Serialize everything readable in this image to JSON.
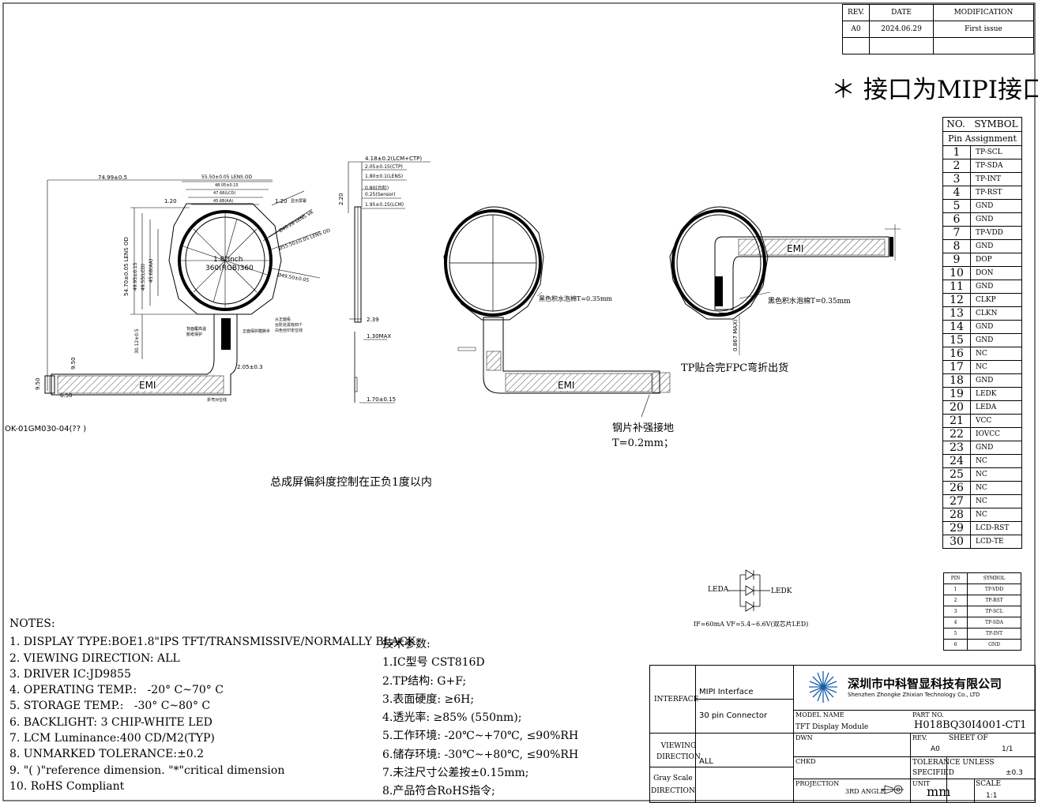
{
  "revision_table": {
    "headers": [
      "REV.",
      "DATE",
      "MODIFICATION"
    ],
    "rows": [
      [
        "A0",
        "2024.06.29",
        "First issue"
      ],
      [
        "",
        "",
        ""
      ]
    ]
  },
  "interface_note": "＊ 接口为MIPI接口",
  "pin_table": {
    "header_no": "NO.",
    "header_symbol": "SYMBOL",
    "subheader": "Pin Assignment",
    "pins": [
      {
        "no": "1",
        "symbol": "TP-SCL"
      },
      {
        "no": "2",
        "symbol": "TP-SDA"
      },
      {
        "no": "3",
        "symbol": "TP-INT"
      },
      {
        "no": "4",
        "symbol": "TP-RST"
      },
      {
        "no": "5",
        "symbol": "GND"
      },
      {
        "no": "6",
        "symbol": "GND"
      },
      {
        "no": "7",
        "symbol": "TP-VDD"
      },
      {
        "no": "8",
        "symbol": "GND"
      },
      {
        "no": "9",
        "symbol": "DOP"
      },
      {
        "no": "10",
        "symbol": "DON"
      },
      {
        "no": "11",
        "symbol": "GND"
      },
      {
        "no": "12",
        "symbol": "CLKP"
      },
      {
        "no": "13",
        "symbol": "CLKN"
      },
      {
        "no": "14",
        "symbol": "GND"
      },
      {
        "no": "15",
        "symbol": "GND"
      },
      {
        "no": "16",
        "symbol": "NC"
      },
      {
        "no": "17",
        "symbol": "NC"
      },
      {
        "no": "18",
        "symbol": "GND"
      },
      {
        "no": "19",
        "symbol": "LEDK"
      },
      {
        "no": "20",
        "symbol": "LEDA"
      },
      {
        "no": "21",
        "symbol": "VCC"
      },
      {
        "no": "22",
        "symbol": "IOVCC"
      },
      {
        "no": "23",
        "symbol": "GND"
      },
      {
        "no": "24",
        "symbol": "NC"
      },
      {
        "no": "25",
        "symbol": "NC"
      },
      {
        "no": "26",
        "symbol": "NC"
      },
      {
        "no": "27",
        "symbol": "NC"
      },
      {
        "no": "28",
        "symbol": "NC"
      },
      {
        "no": "29",
        "symbol": "LCD-RST"
      },
      {
        "no": "30",
        "symbol": "LCD-TE"
      }
    ]
  },
  "tp_pin_table": {
    "header_pin": "PIN",
    "header_symbol": "SYMBOL",
    "rows": [
      {
        "pin": "1",
        "symbol": "TP-VDD"
      },
      {
        "pin": "2",
        "symbol": "TP-RST"
      },
      {
        "pin": "3",
        "symbol": "TP-SCL"
      },
      {
        "pin": "4",
        "symbol": "TP-SDA"
      },
      {
        "pin": "5",
        "symbol": "TP-INT"
      },
      {
        "pin": "6",
        "symbol": "GND"
      }
    ]
  },
  "led_circuit": {
    "leda": "LEDA",
    "ledk": "LEDK",
    "spec": "IF=60mA  VF=5.4~6.6V(双芯片LED)"
  },
  "front_view": {
    "dims": {
      "overall_width": "74.99±0.5",
      "lens_od": "55.50±0.05 LENS OD",
      "w48": "48.05±0.15",
      "lcd": "47.68(LCD)",
      "aa": "45.68(AA)",
      "left_120": "1.20",
      "right_120": "1.20",
      "lens_h": "54.70±0.05 LENS OD",
      "h4995": "49.95±0.15",
      "lcd_h": "49.55(LCD)",
      "aa_h": "45.68(AA)",
      "fpc_len": "30.12±0.5",
      "fpc_950a": "9.50",
      "fpc_950b": "9.50",
      "fpc_650": "6.50",
      "fpc_205": "2.05±0.3",
      "phi_4628": "Ø46.28 LENS VA",
      "phi_5550": "Ø55.50±0.05 LENS OD",
      "phi_4950": "Ø49.50±0.05"
    },
    "center_text_1": "1.8\"Inch",
    "center_text_2": "360(RGB)360",
    "emi": "EMI",
    "part_callout": "OK-01GM030-04(?? )",
    "ann_display": "显示屏幕",
    "ann_back": "背面覆高温\n胶纸保护",
    "ann_front": "正面保护膜撕手",
    "ann_from": "从正面看\n台阶处需有四个\n白色丝印定位线",
    "ann_bend": "折弯对位线"
  },
  "side_view": {
    "dims": [
      "4.18±0.2(LCM+CTP)",
      "2.05±0.15(CTP)",
      "1.80±0.1(LENS)",
      "0.80(台阶)",
      "0.25(Sensor)",
      "1.95±0.15(LCM)"
    ],
    "h220": "2.20",
    "h239": "2.39",
    "h130": "1.30MAX",
    "h170": "1.70±0.15"
  },
  "back_view_1": {
    "emi": "EMI",
    "foam": "黑色积水泡棉T=0.35mm",
    "steel": "钢片补强接地\nT=0.2mm；"
  },
  "back_view_2": {
    "emi": "EMI",
    "foam": "黑色积水泡棉T=0.35mm",
    "bend": "TP贴合完FPC弯折出货",
    "max": "0.867 MAX)"
  },
  "tilt_note": "总成屏偏斜度控制在正负1度以内",
  "notes": {
    "title": "NOTES:",
    "items": [
      "1. DISPLAY TYPE:BOE1.8\"IPS TFT/TRANSMISSIVE/NORMALLY BLACK",
      "2. VIEWING DIRECTION: ALL",
      "3. DRIVER IC:JD9855",
      "4. OPERATING TEMP.:   -20° C~70° C",
      "5. STORAGE TEMP.:   -30° C~80° C",
      "6. BACKLIGHT: 3 CHIP-WHITE LED",
      "7. LCM Luminance:400 CD/M2(TYP)",
      "8. UNMARKED TOLERANCE:±0.2",
      "9. \"( )\"reference dimension. \"*\"critical dimension",
      "10. RoHS Compliant"
    ]
  },
  "tech_params": {
    "title": "技术参数:",
    "items": [
      "1.IC型号 CST816D",
      "2.TP结构: G+F;",
      "3.表面硬度: ≥6H;",
      "4.透光率: ≥85% (550nm);",
      "5.工作环境: -20℃~+70℃, ≤90%RH",
      "6.储存环境: -30℃~+80℃, ≤90%RH",
      "7.未注尺寸公差按±0.15mm;",
      "8.产品符合RoHS指令;"
    ]
  },
  "title_block": {
    "interface_label": "INTERFACE",
    "interface_value_1": "MIPI Interface",
    "interface_value_2": "30 pin Connector",
    "viewing_label": "VIEWING\nDIRECTION",
    "viewing_value": "ALL",
    "gray_label": "Gray Scale\nDIRECTION",
    "company_cn": "深圳市中科智显科技有限公司",
    "company_en": "Shenzhen Zhongke Zhixian Technology Co., LTD",
    "model_name_label": "MODEL NAME",
    "model_name": "TFT Display Module",
    "part_no_label": "PART NO.",
    "part_no": "H018BQ30I4001-CT1",
    "dwn_label": "DWN",
    "rev_label": "REV.",
    "rev": "A0",
    "sheet_label": "SHEET OF",
    "sheet": "1/1",
    "chkd_label": "CHKD",
    "tol_label": "TOLERANCE UNLESS\nSPECIFIED",
    "tol": "±0.3",
    "projection_label": "PROJECTION",
    "projection": "3RD ANGLE",
    "unit_label": "UNIT",
    "unit": "mm",
    "scale_label": "SCALE",
    "scale": "1:1"
  },
  "colors": {
    "logo_blue": "#1a5fa8",
    "ink": "#000000"
  }
}
